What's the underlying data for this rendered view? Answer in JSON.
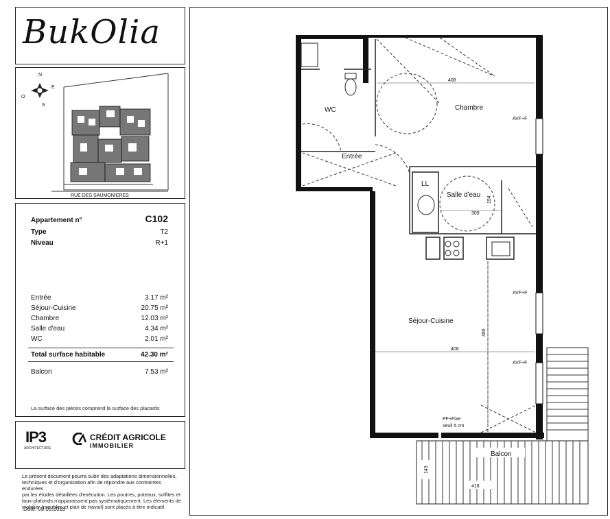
{
  "brand": {
    "logo": "BukOlia"
  },
  "site": {
    "street": "RUE DES SAUMONIERES",
    "compass": [
      "N",
      "E",
      "S",
      "O"
    ]
  },
  "apartment": {
    "number_label": "Appartement n°",
    "number": "C102",
    "type_label": "Type",
    "type": "T2",
    "level_label": "Niveau",
    "level": "R+1"
  },
  "surfaces": [
    {
      "room": "Entrée",
      "area": "3.17 m²"
    },
    {
      "room": "Séjour-Cuisine",
      "area": "20.75 m²"
    },
    {
      "room": "Chambre",
      "area": "12.03 m²"
    },
    {
      "room": "Salle d'eau",
      "area": "4.34 m²"
    },
    {
      "room": "WC",
      "area": "2.01 m²"
    }
  ],
  "total": {
    "label": "Total surface habitable",
    "area": "42.30 m²"
  },
  "balcony": {
    "label": "Balcon",
    "area": "7.53 m²"
  },
  "note": "La surface des pièces comprend la surface des placards",
  "partners": {
    "ip3": "IP3",
    "ip3_sub": "ARCHITECTURE",
    "ca_line1": "CRÉDIT AGRICOLE",
    "ca_line2": "IMMOBILIER"
  },
  "disclaimer": [
    "Le présent document pourra subir des adaptations dimensionnelles,",
    "techniques et d'organisation afin de répondre aux contraintes endurées",
    "par les études détaillées d'exécution. Les poutres, poteaux, soffites et",
    "faux-plafonds n'apparaissent pas systématiquement. Les éléments de",
    "mobilier (meubles et plan de travail) sont placés à titre indicatif."
  ],
  "date": "Date: 09.05.2018",
  "plan": {
    "rooms": {
      "wc": "WC",
      "entree": "Entrée",
      "chambre": "Chambre",
      "salle_eau": "Salle d'eau",
      "ll": "LL",
      "sejour": "Séjour-Cuisine",
      "balcon": "Balcon"
    },
    "dims": {
      "chambre_w": "408",
      "sdb_w": "309",
      "sdb_h": "154",
      "sejour_w": "408",
      "sejour_h": "486",
      "balcon_w": "418",
      "balcon_h": "143"
    },
    "annotations": {
      "avf1": "AVF+F",
      "avf2": "AVF+F",
      "avf3": "AVF+F",
      "pf": "PF+Fixe",
      "seuil": "seuil 5 cm"
    }
  }
}
